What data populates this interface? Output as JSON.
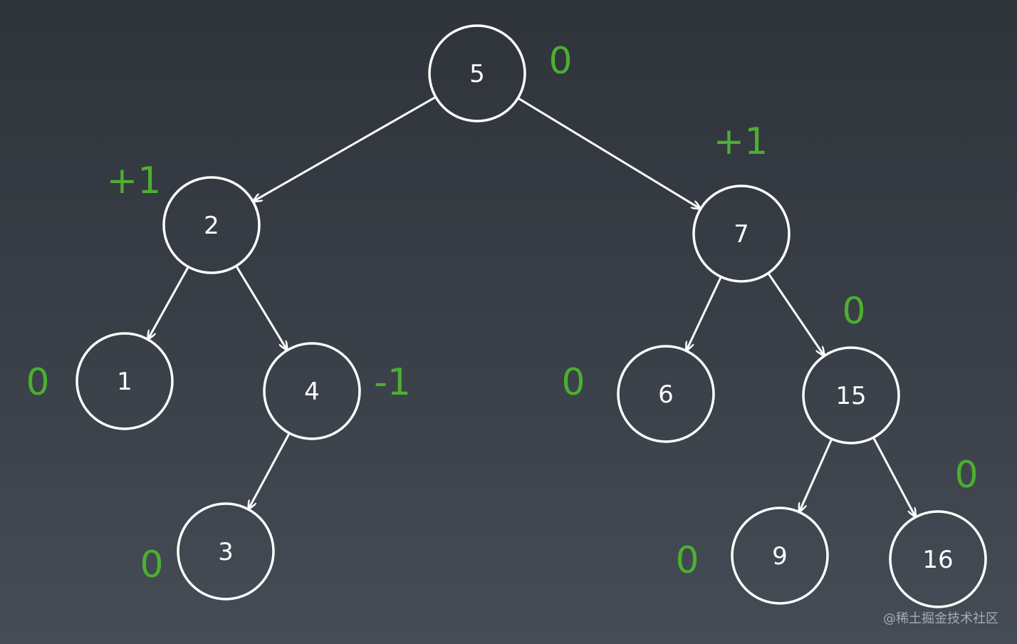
{
  "tree": {
    "nodes": [
      {
        "id": "n5",
        "label": "5",
        "balance": "0"
      },
      {
        "id": "n2",
        "label": "2",
        "balance": "+1"
      },
      {
        "id": "n7",
        "label": "7",
        "balance": "+1"
      },
      {
        "id": "n1",
        "label": "1",
        "balance": "0"
      },
      {
        "id": "n4",
        "label": "4",
        "balance": "-1"
      },
      {
        "id": "n3",
        "label": "3",
        "balance": "0"
      },
      {
        "id": "n6",
        "label": "6",
        "balance": "0"
      },
      {
        "id": "n15",
        "label": "15",
        "balance": "0"
      },
      {
        "id": "n9",
        "label": "9",
        "balance": "0"
      },
      {
        "id": "n16",
        "label": "16",
        "balance": "0"
      }
    ],
    "edges": [
      {
        "from": "n5",
        "to": "n2"
      },
      {
        "from": "n5",
        "to": "n7"
      },
      {
        "from": "n2",
        "to": "n1"
      },
      {
        "from": "n2",
        "to": "n4"
      },
      {
        "from": "n4",
        "to": "n3"
      },
      {
        "from": "n7",
        "to": "n6"
      },
      {
        "from": "n7",
        "to": "n15"
      },
      {
        "from": "n15",
        "to": "n9"
      },
      {
        "from": "n15",
        "to": "n16"
      }
    ]
  },
  "colors": {
    "node_stroke": "#ffffff",
    "balance_text": "#4caf30"
  },
  "watermark": "@稀土掘金技术社区"
}
